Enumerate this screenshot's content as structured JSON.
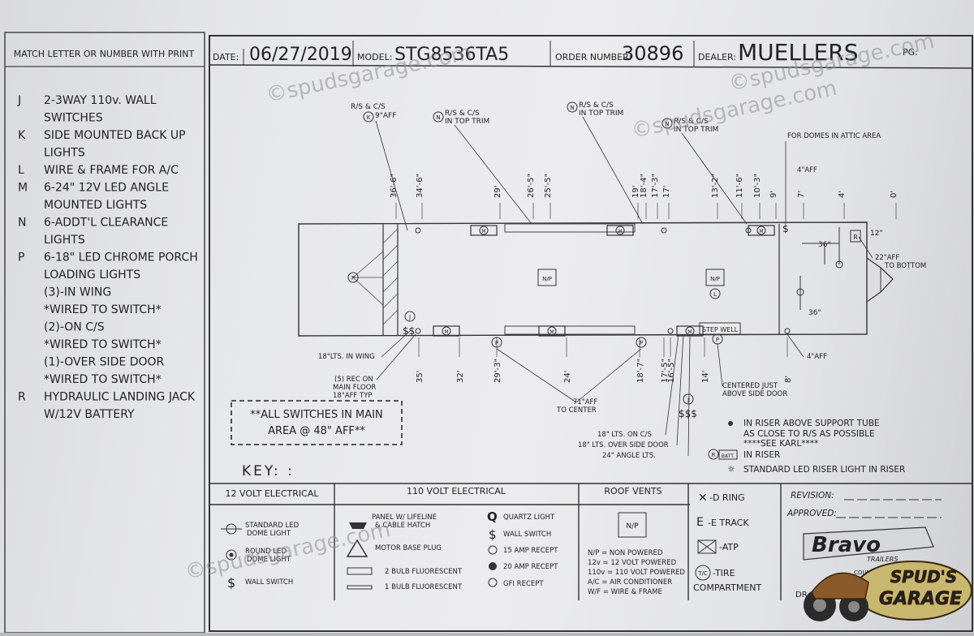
{
  "sidebar": {
    "heading": "MATCH LETTER OR NUMBER WITH PRINT",
    "items": [
      {
        "letter": "J",
        "lines": [
          "2-3WAY 110v. WALL",
          "SWITCHES"
        ]
      },
      {
        "letter": "K",
        "lines": [
          "SIDE MOUNTED BACK UP",
          "LIGHTS"
        ]
      },
      {
        "letter": "L",
        "lines": [
          "WIRE & FRAME FOR A/C"
        ]
      },
      {
        "letter": "M",
        "lines": [
          "6-24\" 12V LED ANGLE",
          "MOUNTED LIGHTS"
        ]
      },
      {
        "letter": "N",
        "lines": [
          "6-ADDT'L CLEARANCE",
          " LIGHTS"
        ]
      },
      {
        "letter": "P",
        "lines": [
          "6-18\" LED CHROME PORCH",
          "LOADING LIGHTS",
          "(3)-IN WING",
          "*WIRED TO SWITCH*",
          "(2)-ON C/S",
          "*WIRED TO SWITCH*",
          "(1)-OVER SIDE DOOR",
          "*WIRED TO SWITCH*"
        ]
      },
      {
        "letter": "R",
        "lines": [
          "HYDRAULIC LANDING JACK",
          "W/12V BATTERY"
        ]
      }
    ]
  },
  "header": {
    "date_label": "DATE:",
    "date_value": "06/27/2019",
    "model_label": "MODEL:",
    "model_value": "STG8536TA5",
    "order_label": "ORDER NUMBER:",
    "order_value": "30896",
    "dealer_label": "DEALER:",
    "dealer_value": "MUELLERS",
    "page_label": "PG:"
  },
  "watermark": "©spudsgarage.com",
  "callouts": {
    "k": [
      "R/S & C/S",
      "9\"AFF"
    ],
    "n1": [
      "R/S & C/S",
      "IN TOP TRIM"
    ],
    "n2": [
      "R/S & C/S",
      "IN TOP TRIM"
    ],
    "n3": [
      "R/S & C/S",
      "IN TOP TRIM"
    ],
    "domes": "FOR DOMES IN ATTIC AREA",
    "aff4_top": "4\"AFF",
    "aff22": [
      "22\"AFF",
      "TO BOTTOM"
    ],
    "wing": "18\"LTS. IN WING",
    "rec": [
      "(5) REC ON",
      "MAIN FLOOR",
      "18\"AFF TYP"
    ],
    "aff71": [
      "71\"AFF",
      "TO CENTER"
    ],
    "cs": "18\" LTS. ON C/S",
    "side_door": "18\" LTS. OVER SIDE DOOR",
    "angle": "24\" ANGLE LTS.",
    "centered": [
      "CENTERED JUST",
      "ABOVE SIDE DOOR"
    ],
    "aff4_bot": "4\"AFF",
    "step_well": "STEP WELL",
    "np1": "N/P",
    "np2": "N/P",
    "dim_36a": "36\"",
    "dim_36b": "36\"",
    "dim_12": "12\""
  },
  "dims_top": [
    "36'-6\"",
    "34'-6\"",
    "29'",
    "26'-5\"",
    "25'-5\"",
    "19'",
    "18'-4\"",
    "17'-3\"",
    "17'",
    "13'-2\"",
    "11'-6\"",
    "10'-3\"",
    "9'",
    "7'",
    "4'",
    "0'"
  ],
  "dims_bottom": [
    "35'",
    "32'",
    "29'-3\"",
    "24'",
    "18'-7\"",
    "17'-5\"",
    "16'-5\"",
    "14'",
    "8'"
  ],
  "switch_note": [
    "**ALL SWITCHES IN MAIN",
    "AREA @ 48\" AFF**"
  ],
  "key_label": "KEY: :",
  "legend_notes": [
    "IN RISER ABOVE SUPPORT TUBE",
    "AS CLOSE TO R/S AS POSSIBLE",
    "****SEE KARL****",
    "IN RISER",
    "STANDARD LED RISER LIGHT IN RISER"
  ],
  "batt": "BATT.",
  "legend12": {
    "title": "12 VOLT ELECTRICAL",
    "items": [
      "STANDARD LED",
      "DOME LIGHT",
      "ROUND LED",
      "DOME LIGHT",
      "WALL SWITCH"
    ]
  },
  "legend110": {
    "title": "110 VOLT ELECTRICAL",
    "items": [
      "PANEL W/ LIFELINE",
      "& CABLE HATCH",
      "MOTOR BASE PLUG",
      "2 BULB FLUORESCENT",
      "1 BULB FLUORESCENT",
      "QUARTZ LIGHT",
      "WALL SWITCH",
      "15 AMP RECEPT",
      "20 AMP RECEPT",
      "GFI RECEPT"
    ]
  },
  "roof_vents": {
    "title": "ROOF VENTS",
    "np": "N/P",
    "abbr": [
      "N/P = NON POWERED",
      "12v = 12 VOLT POWERED",
      "110v = 110 VOLT POWERED",
      "A/C = AIR CONDITIONER",
      "W/F = WIRE & FRAME"
    ]
  },
  "misc_legend": [
    "-D RING",
    "-E TRACK",
    "-ATP",
    "-TIRE",
    "COMPARTMENT"
  ],
  "revision_label": "REVISION:",
  "approved_label": "APPROVED:",
  "brand": {
    "name": "Bravo",
    "sub": "TRAILERS",
    "address": "COUNTY ROAD"
  },
  "spuds": {
    "line1": "SPUD'S",
    "line2": "GARAGE"
  },
  "dr_text": "DR"
}
